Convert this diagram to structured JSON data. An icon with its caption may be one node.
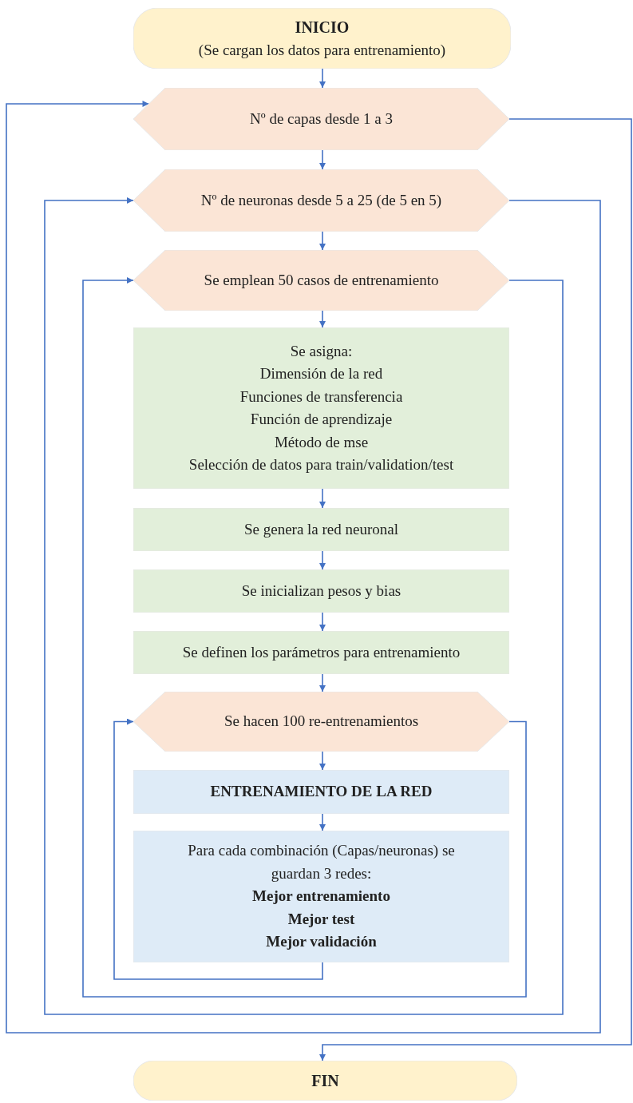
{
  "diagram": {
    "nodes": [
      {
        "text": [
          "INICIO",
          "(Se cargan los datos para entrenamiento)"
        ]
      },
      {
        "text": [
          "Nº de capas desde 1 a 3"
        ]
      },
      {
        "text": [
          "Nº de neuronas desde 5 a 25 (de 5 en 5)"
        ]
      },
      {
        "text": [
          "Se emplean 50 casos de entrenamiento"
        ]
      },
      {
        "text": [
          "Se asigna:",
          "Dimensión de la red",
          "Funciones de transferencia",
          "Función de aprendizaje",
          "Método de mse",
          "Selección de datos para train/validation/test"
        ]
      },
      {
        "text": [
          "Se genera la red neuronal"
        ]
      },
      {
        "text": [
          "Se inicializan pesos y bias"
        ]
      },
      {
        "text": [
          "Se definen los parámetros para entrenamiento"
        ]
      },
      {
        "text": [
          "Se hacen 100 re-entrenamientos"
        ]
      },
      {
        "text": [
          "ENTRENAMIENTO DE LA RED"
        ]
      },
      {
        "text": [
          "Para cada combinación (Capas/neuronas) se guardan 3 redes:",
          "Mejor entrenamiento",
          "Mejor test",
          "Mejor validación"
        ]
      },
      {
        "text": [
          "FIN"
        ]
      }
    ],
    "edges": [
      {
        "from": 0,
        "to": 1,
        "arrow": "to"
      },
      {
        "from": 1,
        "to": 2,
        "arrow": "to"
      },
      {
        "from": 2,
        "to": 3,
        "arrow": "to"
      },
      {
        "from": 3,
        "to": 4,
        "arrow": "to"
      },
      {
        "from": 4,
        "to": 5,
        "arrow": "to"
      },
      {
        "from": 5,
        "to": 6,
        "arrow": "to"
      },
      {
        "from": 6,
        "to": 7,
        "arrow": "to"
      },
      {
        "from": 7,
        "to": 8,
        "arrow": "to"
      },
      {
        "from": 8,
        "to": 9,
        "arrow": "to"
      },
      {
        "from": 9,
        "to": 10,
        "arrow": "to"
      },
      {
        "from": 10,
        "to": 8,
        "arrow": "to"
      },
      {
        "from": 8,
        "to": 3,
        "arrow": "to"
      },
      {
        "from": 3,
        "to": 2,
        "arrow": "to"
      },
      {
        "from": 2,
        "to": 1,
        "arrow": "to"
      },
      {
        "from": 1,
        "to": 11,
        "arrow": "to"
      }
    ]
  }
}
